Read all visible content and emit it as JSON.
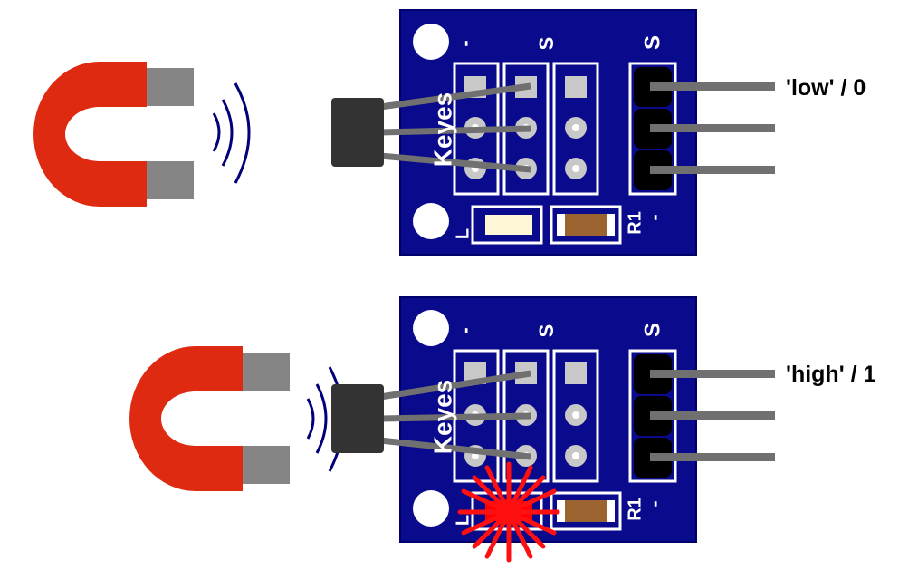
{
  "colors": {
    "board": "#0a0a8c",
    "board_border": "#00006a",
    "magnet_red": "#dd2a10",
    "magnet_pole": "#858585",
    "sensor_body": "#333333",
    "lead": "#707070",
    "pad": "#c8c8c8",
    "header": "#000000",
    "led_off": "#fff6d5",
    "led_on": "#ff0000",
    "resistor": "#9a6330",
    "field_lines": "#00007a"
  },
  "boards": [
    {
      "state": "low",
      "output_label": "'low' / 0",
      "silkscreen": {
        "brand": "Keyes",
        "minus_top": "-",
        "s_top": "S",
        "s_header": "S",
        "minus_header": "-",
        "resistor": "R1",
        "led": "L"
      },
      "led_lit": false,
      "magnet_close": false
    },
    {
      "state": "high",
      "output_label": "'high' / 1",
      "silkscreen": {
        "brand": "Keyes",
        "minus_top": "-",
        "s_top": "S",
        "s_header": "S",
        "minus_header": "-",
        "resistor": "R1",
        "led": "L"
      },
      "led_lit": true,
      "magnet_close": true
    }
  ]
}
